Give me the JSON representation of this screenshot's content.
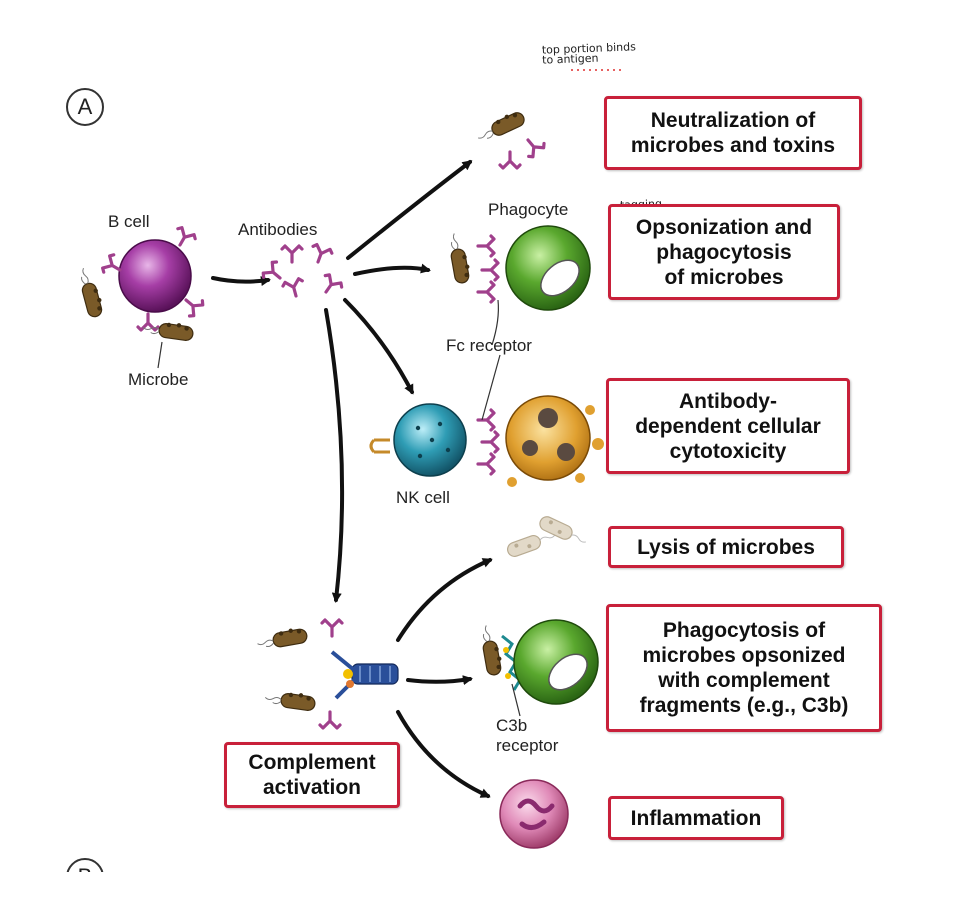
{
  "panel": {
    "label_a": "A",
    "label_b": "B"
  },
  "labels": {
    "b_cell": "B cell",
    "antibodies": "Antibodies",
    "microbe": "Microbe",
    "phagocyte": "Phagocyte",
    "fc_receptor": "Fc receptor",
    "nk_cell": "NK cell",
    "c3b_receptor": "C3b\nreceptor"
  },
  "handwritten": {
    "top_note": "top portion binds\nto antigen",
    "tagging": "tagging"
  },
  "outcomes": {
    "neutralization": "Neutralization of\nmicrobes and toxins",
    "opsonization": "Opsonization and\nphagocytosis\nof microbes",
    "adcc": "Antibody-\ndependent cellular\ncytotoxicity",
    "lysis": "Lysis of microbes",
    "complement_phago": "Phagocytosis of\nmicrobes opsonized\nwith complement\nfragments (e.g., C3b)",
    "inflammation": "Inflammation",
    "complement_activation": "Complement\nactivation"
  },
  "colors": {
    "box_border": "#c8203a",
    "antibody": "#a0408c",
    "b_cell": "#8e2a8e",
    "phagocyte": "#5aa82e",
    "nk_cell": "#2f9db5",
    "target_cell": "#e0a030",
    "microbe": "#7a5a28",
    "complement": "#2a4f9a"
  }
}
